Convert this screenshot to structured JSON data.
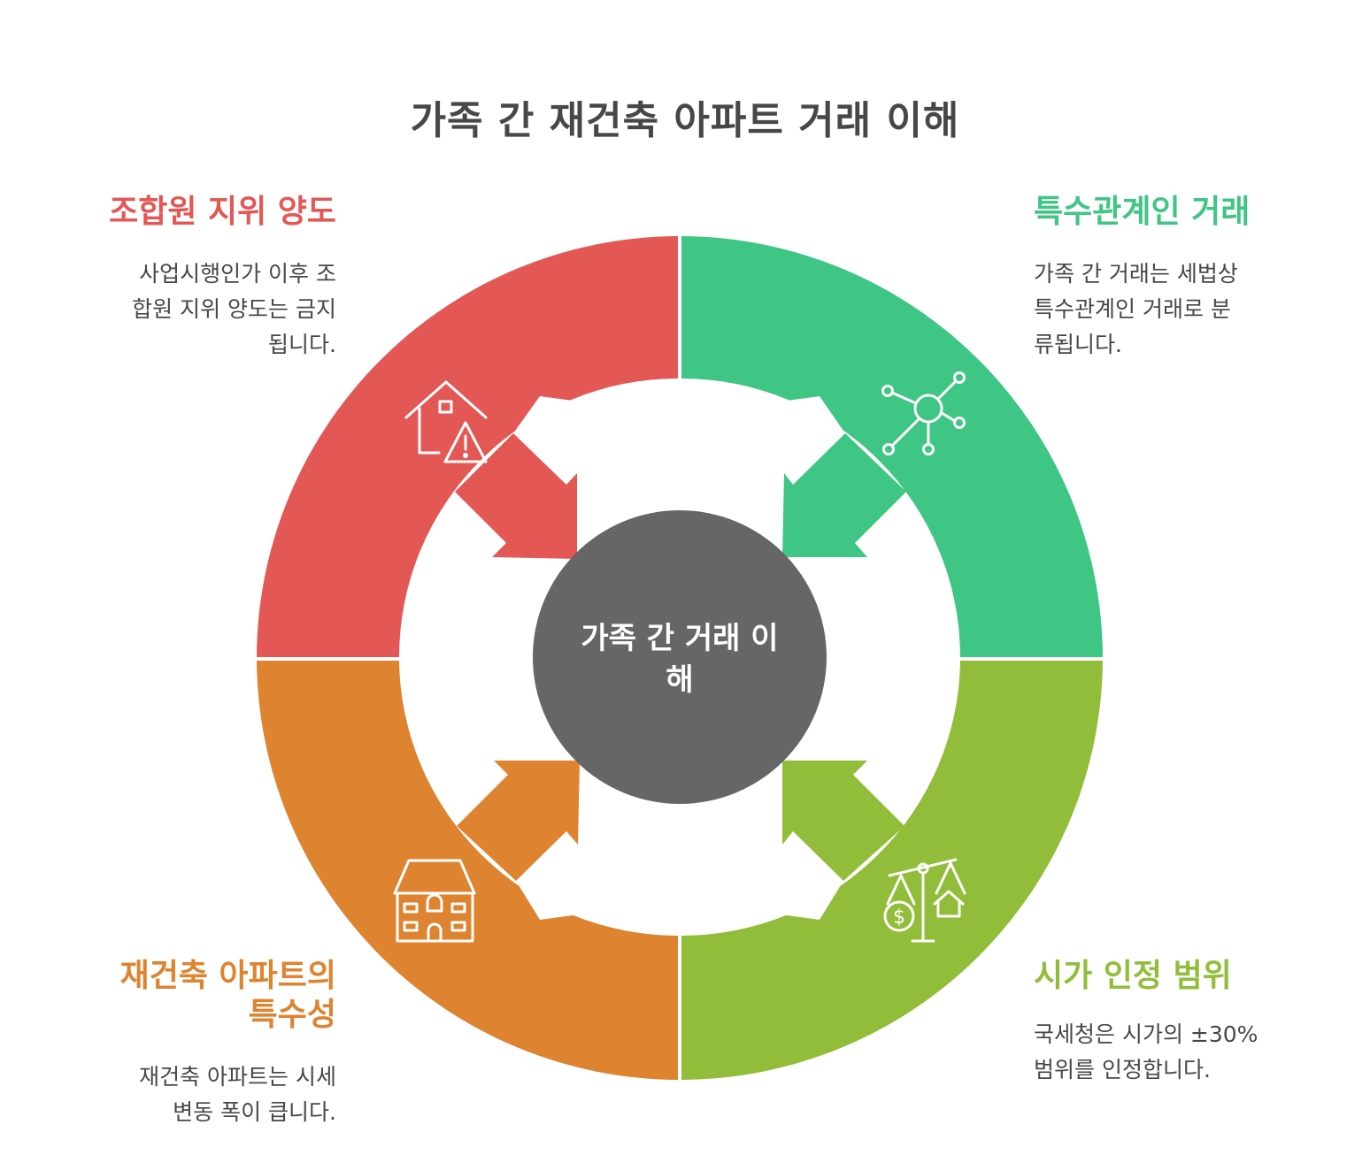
{
  "title": "가족 간 재건축 아파트 거래 이해",
  "center": {
    "line1": "가족 간 거래 이",
    "line2": "해"
  },
  "sections": {
    "top_left": {
      "title": "조합원 지위 양도",
      "desc": [
        "사업시행인가 이후 조",
        "합원 지위 양도는 금지",
        "됩니다."
      ],
      "color": "#E35855",
      "icon": "house-warning-icon"
    },
    "top_right": {
      "title": "특수관계인 거래",
      "desc": [
        "가족 간 거래는 세법상",
        "특수관계인 거래로 분",
        "류됩니다."
      ],
      "color": "#3FC584",
      "icon": "network-hub-icon"
    },
    "bottom_left": {
      "title_lines": [
        "재건축 아파트의",
        "특수성"
      ],
      "desc": [
        "재건축 아파트는 시세",
        "변동 폭이 큽니다."
      ],
      "color": "#DE8330",
      "icon": "apartment-building-icon"
    },
    "bottom_right": {
      "title": "시가 인정 범위",
      "desc": [
        "국세청은 시가의 ±30%",
        "범위를 인정합니다."
      ],
      "color": "#91BD3A",
      "icon": "scale-balance-icon"
    }
  },
  "center_color": "#666666"
}
